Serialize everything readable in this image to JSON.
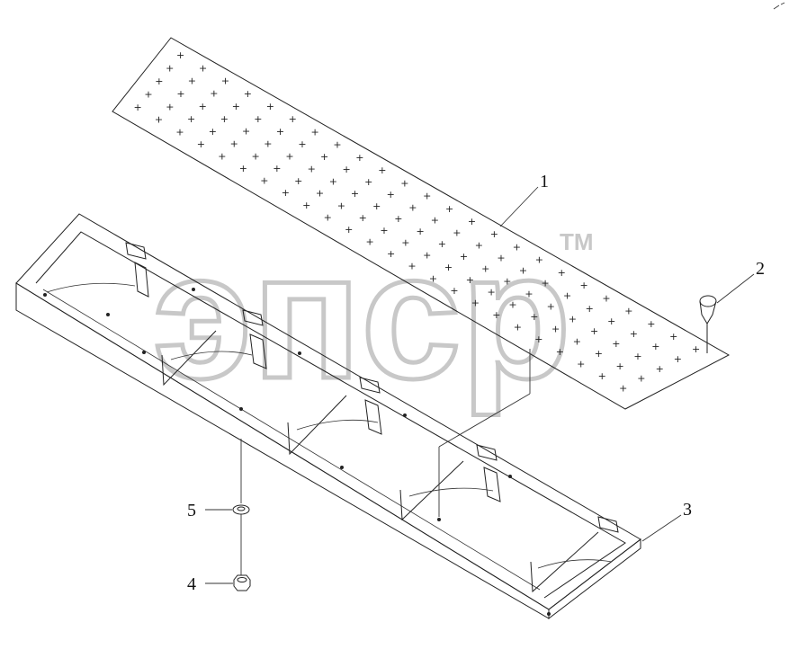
{
  "diagram": {
    "callouts": [
      {
        "number": "1",
        "part": "perforated-cover-plate"
      },
      {
        "number": "2",
        "part": "bolt"
      },
      {
        "number": "3",
        "part": "step-frame"
      },
      {
        "number": "4",
        "part": "nut"
      },
      {
        "number": "5",
        "part": "washer"
      }
    ],
    "watermark": {
      "text": "эпср",
      "tm": "TM"
    },
    "hole_glyph": "+"
  }
}
